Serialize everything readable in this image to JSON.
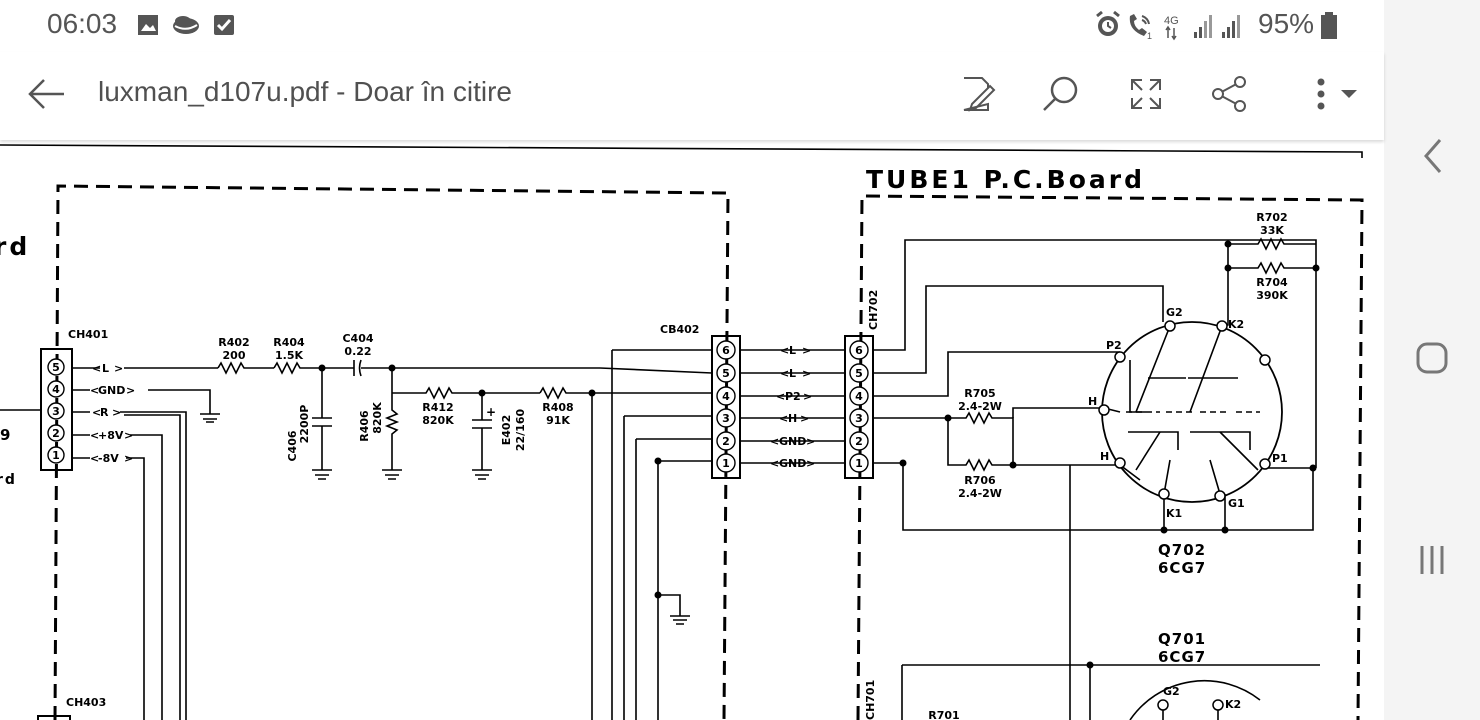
{
  "status_bar": {
    "time": "06:03",
    "battery": "95%",
    "network": "4G",
    "left_icons": [
      "image-icon",
      "cloud-icon",
      "check-box-icon"
    ],
    "right_icons": [
      "alarm-icon",
      "wifi-calling-icon",
      "signal-icon",
      "signal-icon",
      "battery-icon"
    ]
  },
  "app_bar": {
    "title": "luxman_d107u.pdf - Doar în citire",
    "actions": [
      "edit-icon",
      "search-icon",
      "fullscreen-icon",
      "share-icon",
      "more-icon"
    ]
  },
  "nav_bar": {
    "buttons": [
      "back-chevron",
      "home",
      "recents"
    ]
  },
  "schematic": {
    "board_title": "TUBE1  P.C.Board",
    "board_fragment_top": "rd",
    "board_fragment_bottom": "rd",
    "left_number": "9",
    "connectors": {
      "ch401": "CH401",
      "cb402": "CB402",
      "ch702": "CH702",
      "ch701": "CH701",
      "ch403": "CH403"
    },
    "ch401_pins": [
      "5",
      "4",
      "3",
      "2",
      "1"
    ],
    "ch401_signals": [
      "L",
      "GND",
      "R",
      "+8V",
      "-8V"
    ],
    "cb402_pins": [
      "6",
      "5",
      "4",
      "3",
      "2",
      "1"
    ],
    "ch702_pins": [
      "6",
      "5",
      "4",
      "3",
      "2",
      "1"
    ],
    "bridge_signals": [
      "L",
      "L",
      "P2",
      "H",
      "GND",
      "GND"
    ],
    "components": {
      "r402": "R402",
      "r402_val": "200",
      "r404": "R404",
      "r404_val": "1.5K",
      "c404": "C404",
      "c404_val": "0.22",
      "c406": "C406",
      "c406_val": "2200P",
      "r406": "R406",
      "r406_val": "820K",
      "r412": "R412",
      "r412_val": "820K",
      "e402": "E402",
      "e402_val": "22/160",
      "r408": "R408",
      "r408_val": "91K",
      "r702": "R702",
      "r702_val": "33K",
      "r704": "R704",
      "r704_val": "390K",
      "r705": "R705",
      "r705_val": "2.4-2W",
      "r706": "R706",
      "r706_val": "2.4-2W",
      "r701": "R701"
    },
    "tube_pins": {
      "g2": "G2",
      "k2": "K2",
      "p2": "P2",
      "h_top": "H",
      "h_bottom": "H",
      "p1": "P1",
      "k1": "K1",
      "g1": "G1"
    },
    "q702": "Q702",
    "q702_type": "6CG7",
    "q701": "Q701",
    "q701_type": "6CG7",
    "q701_pins": {
      "g2": "G2",
      "k2": "K2"
    }
  }
}
